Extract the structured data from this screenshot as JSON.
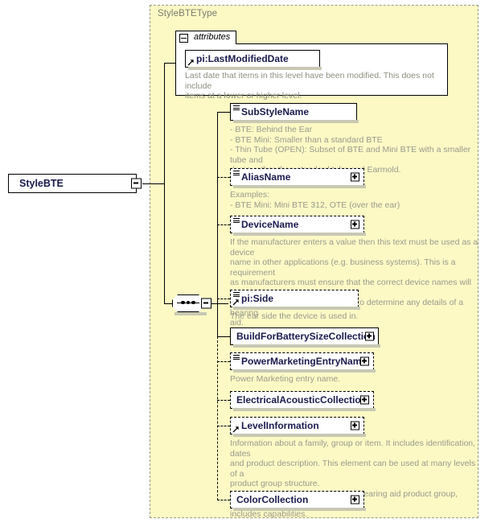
{
  "diagram": {
    "root_element": {
      "label": "StyleBTE",
      "control": "collapse"
    },
    "type_container": {
      "title": "StyleBTEType"
    },
    "attributes_panel": {
      "tab_label": "attributes",
      "control": "collapse",
      "items": [
        {
          "name": "pi:LastModifiedDate",
          "icon": "reference-arrow-icon",
          "optional": false,
          "annotation": "Last date that items in this level have been modified. This does not include\nitems at a lower or higher level."
        }
      ]
    },
    "compositor": {
      "kind": "sequence",
      "control": "collapse"
    },
    "elements": [
      {
        "name": "SubStyleName",
        "icon": "element-sequence-icon",
        "optional": false,
        "expandable": false,
        "annotation": "- BTE: Behind the Ear\n- BTE Mini: Smaller than a standard BTE\n- Thin Tube (OPEN): Subset of BTE and Mini BTE with a smaller tube and\ndome rather than standard tube and Earmold."
      },
      {
        "name": "AliasName",
        "icon": "element-sequence-icon",
        "optional": true,
        "expandable": true,
        "annotation": "Examples:\n- BTE Mini: Mini BTE 312, OTE (over the ear)"
      },
      {
        "name": "DeviceName",
        "icon": "element-sequence-icon",
        "optional": true,
        "expandable": true,
        "annotation": "If the manufacturer enters a value then this text must be used as a device\nname in other applications (e.g. business systems).  This is a requirement\nas manufacturers must ensure that the correct device names will be used.\nThe device name cannot be used to determine any details of a hearing\naid."
      },
      {
        "name": "pi:Side",
        "icon": "element-reference-icon",
        "optional": true,
        "expandable": false,
        "annotation": "The ear side the device is used in."
      },
      {
        "name": "BuildForBatterySizeCollection",
        "icon": "none",
        "optional": false,
        "expandable": true,
        "annotation": ""
      },
      {
        "name": "PowerMarketingEntryName",
        "icon": "element-sequence-icon",
        "optional": true,
        "expandable": true,
        "annotation": "Power Marketing entry name."
      },
      {
        "name": "ElectricalAcousticCollection",
        "icon": "none",
        "optional": true,
        "expandable": true,
        "annotation": ""
      },
      {
        "name": "LevelInformation",
        "icon": "element-reference-icon",
        "optional": true,
        "expandable": true,
        "annotation": "Information about a family, group or item. It includes identification, dates\nand product description. This element can be used at many levels of a\nproduct group structure.\nThis LevelInformation, used in the hearing aid product group, additionally\nincludes capabilities."
      },
      {
        "name": "ColorCollection",
        "icon": "none",
        "optional": true,
        "expandable": true,
        "annotation": ""
      }
    ]
  },
  "colors": {
    "type_background": "#FCF9C5",
    "node_border": "#000000",
    "node_text": "#1a1a4e",
    "annotation_text": "#9a9a8c",
    "shadow": "#c8c8b4"
  }
}
